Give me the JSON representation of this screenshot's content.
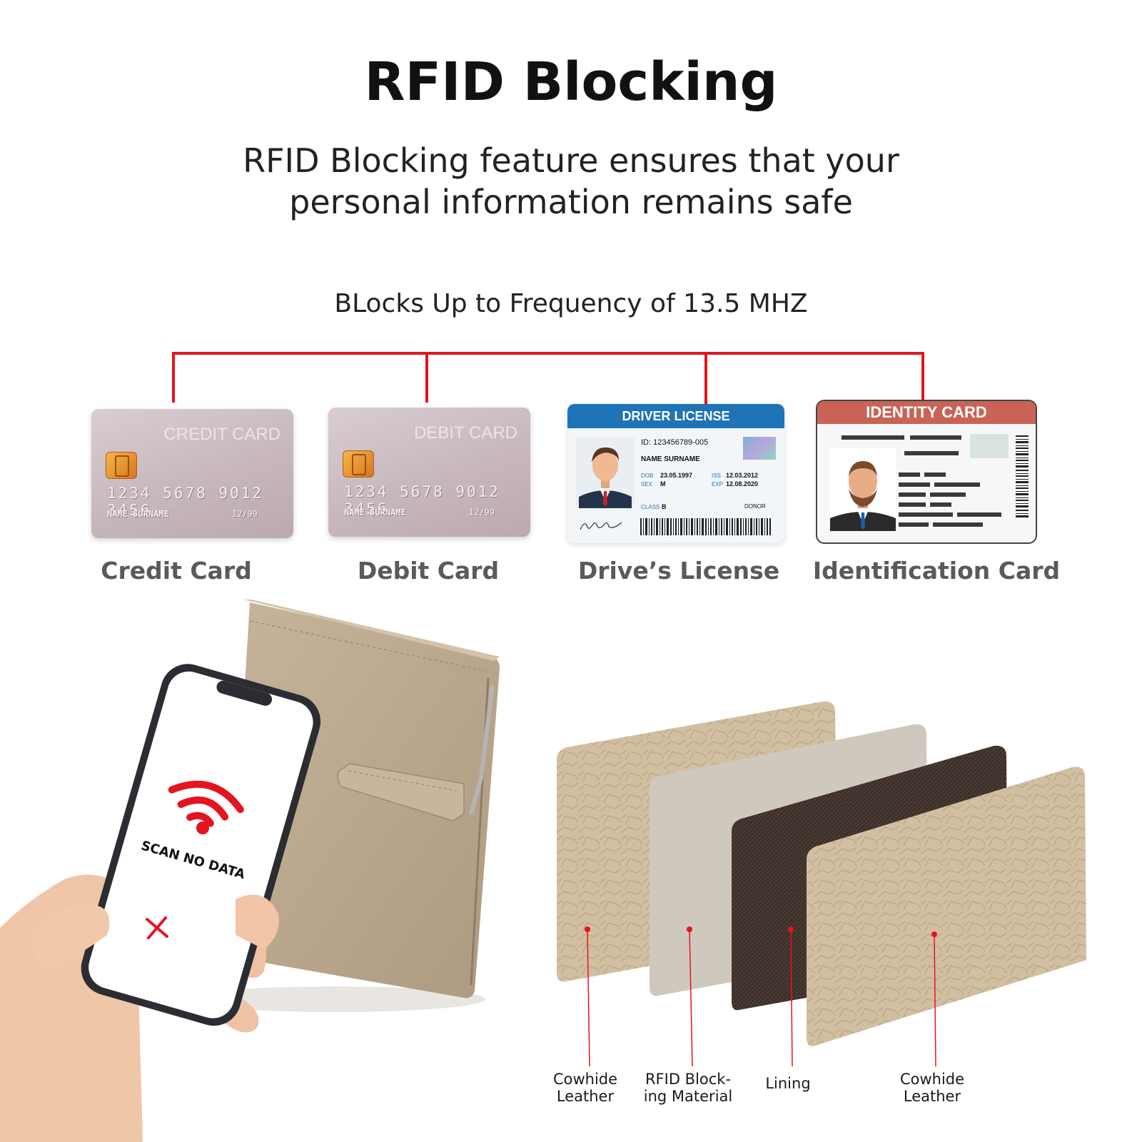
{
  "header": {
    "title": "RFID Blocking",
    "subtitle_line1": "RFID Blocking feature ensures that your",
    "subtitle_line2": "personal information remains safe"
  },
  "frequency_label": "BLocks Up to Frequency of 13.5 MHZ",
  "accent_color": "#e4141e",
  "cards": {
    "credit": {
      "card_title": "CREDIT CARD",
      "number": "1234 5678 9012 3456",
      "name": "NAME SURNAME",
      "expiry": "12/99",
      "caption": "Credit Card"
    },
    "debit": {
      "card_title": "DEBIT CARD",
      "number": "1234 5678 9012 3456",
      "name": "NAME SURNAME",
      "expiry": "12/99",
      "caption": "Debit Card"
    },
    "license": {
      "card_title": "DRIVER LICENSE",
      "id": "ID: 123456789-005",
      "name": "NAME SURNAME",
      "dob_label": "DOB",
      "dob": "23.05.1997",
      "sex_label": "SEX",
      "sex": "M",
      "iss_label": "ISS",
      "iss": "12.03.2012",
      "exp_label": "EXP",
      "exp": "12.08.2020",
      "class_label": "CLASS",
      "class": "B",
      "donor": "DONOR",
      "caption": "Drive’s License"
    },
    "identity": {
      "card_title": "IDENTITY CARD",
      "caption": "Identification Card"
    }
  },
  "phone": {
    "message": "SCAN NO DATA",
    "icon": "wifi-signal-icon",
    "status_icon": "x-icon"
  },
  "layers": [
    {
      "line1": "Cowhide",
      "line2": "Leather"
    },
    {
      "line1": "RFID Block-",
      "line2": "ing Material"
    },
    {
      "line1": "Lining",
      "line2": ""
    },
    {
      "line1": "Cowhide",
      "line2": "Leather"
    }
  ]
}
